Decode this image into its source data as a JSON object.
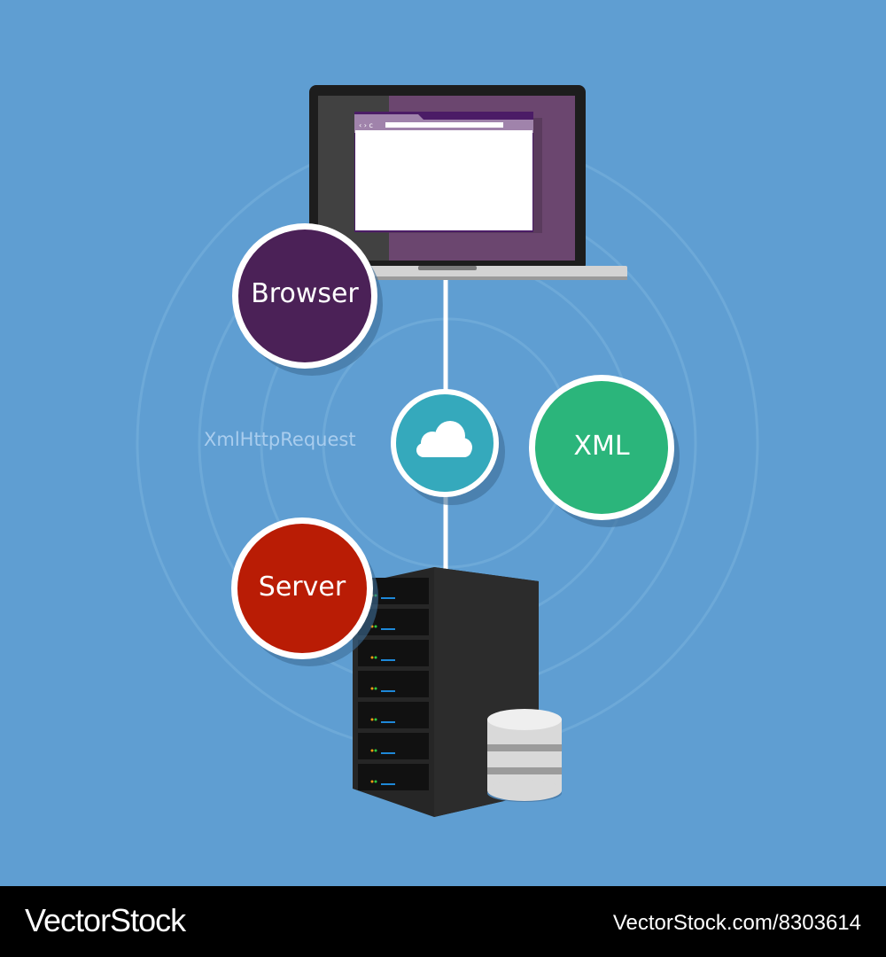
{
  "colors": {
    "background": "#5f9ed2",
    "browser": "#4b2157",
    "cloud": "#35a9bc",
    "xml": "#2bb57b",
    "server": "#b91c05"
  },
  "nodes": {
    "browser": "Browser",
    "xml": "XML",
    "server": "Server",
    "request": "XmlHttpRequest"
  },
  "browser_window": {
    "nav_icons": "‹ › c"
  },
  "footer": {
    "brand": "VectorStock",
    "reference": "VectorStock.com/8303614"
  }
}
